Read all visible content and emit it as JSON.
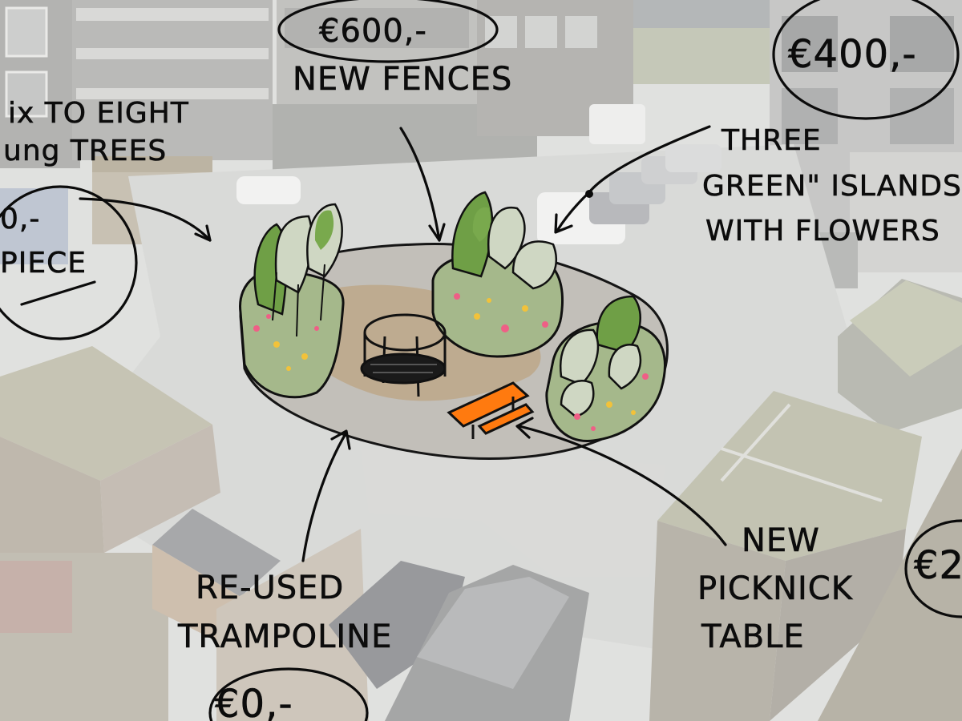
{
  "annotations": {
    "trees": {
      "text": "SIX TO EIGHT YOUNG TREES",
      "visible_lines": [
        "ix TO EIGHT",
        "ung TREES"
      ]
    },
    "trees_price": {
      "visible_lines": [
        "0,-",
        "PIECE"
      ]
    },
    "fences_price": {
      "text": "€600,-"
    },
    "fences": {
      "text": "NEW FENCES"
    },
    "islands_price": {
      "text": "€400,-"
    },
    "islands": {
      "lines": [
        "THREE",
        "GREEN\" ISLANDS",
        "WITH FLOWERS"
      ]
    },
    "trampoline": {
      "lines": [
        "RE-USED",
        "TRAMPOLINE"
      ]
    },
    "trampoline_price": {
      "text": "€0,-"
    },
    "picnic": {
      "lines": [
        "NEW",
        "PICKNICK",
        "TABLE"
      ]
    },
    "picnic_price": {
      "visible": "€2"
    }
  },
  "colors": {
    "ink": "#0b0b0b",
    "table": "#ff7a0f",
    "tree_green": "#7fae57",
    "flower_pink": "#ef5f86",
    "flower_yellow": "#f2c23a"
  }
}
